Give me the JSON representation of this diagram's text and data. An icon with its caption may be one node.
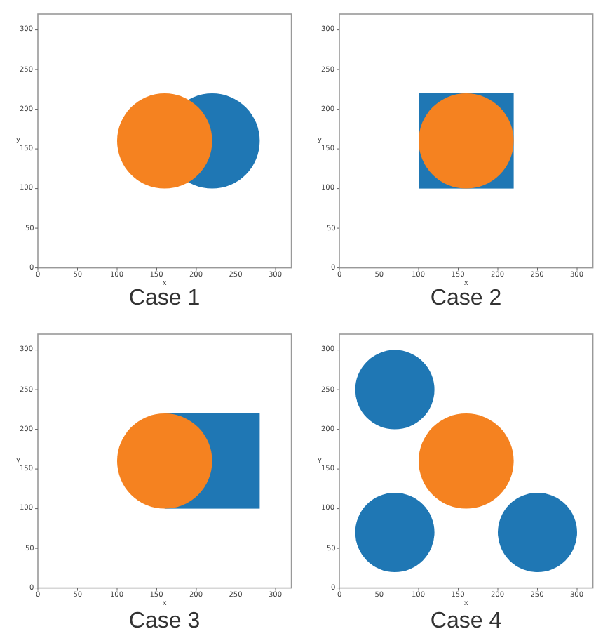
{
  "diagram": {
    "labels": [
      "300",
      "250",
      "200",
      "150",
      "100",
      "50",
      "0",
      "y",
      "0",
      "50",
      "100",
      "150",
      "200",
      "250",
      "300",
      "x",
      "Case 1",
      "300",
      "250",
      "200",
      "150",
      "100",
      "50",
      "0",
      "y",
      "0",
      "50",
      "100",
      "150",
      "200",
      "250",
      "300",
      "x",
      "Case 2",
      "300",
      "250",
      "200",
      "150",
      "100",
      "50",
      "0",
      "y",
      "0",
      "50",
      "100",
      "150",
      "200",
      "250",
      "300",
      "x",
      "Case 3",
      "300",
      "250",
      "200",
      "150",
      "100",
      "50",
      "0",
      "y",
      "0",
      "50",
      "100",
      "150",
      "200",
      "250",
      "300",
      "x",
      "Case 4"
    ]
  }
}
